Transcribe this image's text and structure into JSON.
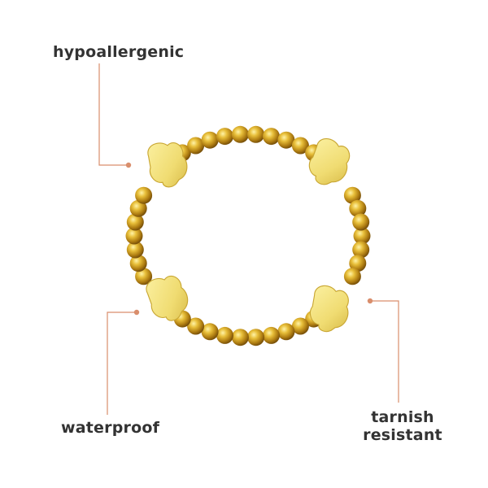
{
  "product": {
    "name": "gold beaded bracelet with bear charms",
    "colors": {
      "bead": "#d9a82a",
      "bead_highlight": "#f7e27a",
      "bead_shadow": "#8c5e0a",
      "charm": "#f2e27a",
      "charm_edge": "#c9a734"
    }
  },
  "features": [
    {
      "id": "hypoallergenic",
      "label": "hypoallergenic",
      "lines": [
        "hypoallergenic"
      ]
    },
    {
      "id": "waterproof",
      "label": "waterproof",
      "lines": [
        "waterproof"
      ]
    },
    {
      "id": "tarnish-resistant",
      "label": "tarnish resistant",
      "lines": [
        "tarnish",
        "resistant"
      ]
    }
  ],
  "callout_color": "#d98e6c",
  "text_color": "#333333"
}
